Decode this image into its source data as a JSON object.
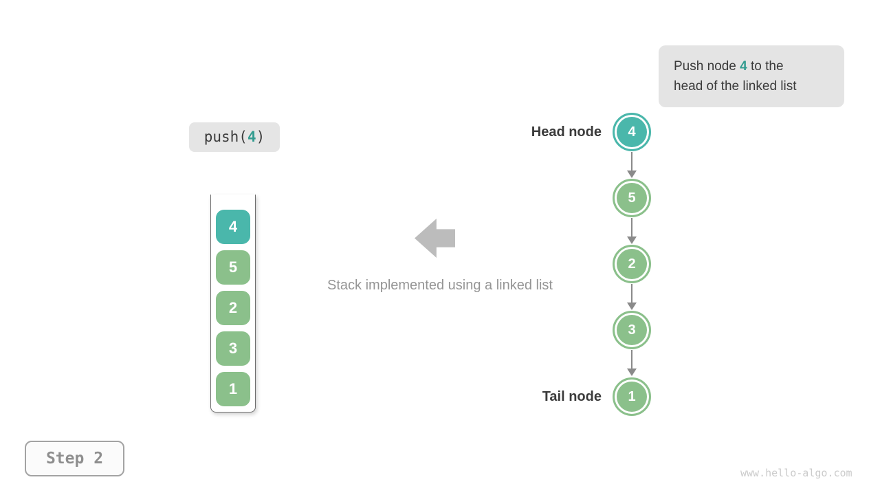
{
  "annotation": {
    "text_before": "Push node ",
    "highlight_value": "4",
    "text_after": " to the",
    "line2": "head of the linked list"
  },
  "operation": {
    "code_before": "push(",
    "code_arg": "4",
    "code_after": ")"
  },
  "stack": {
    "items": [
      {
        "value": "4",
        "highlight": true
      },
      {
        "value": "5",
        "highlight": false
      },
      {
        "value": "2",
        "highlight": false
      },
      {
        "value": "3",
        "highlight": false
      },
      {
        "value": "1",
        "highlight": false
      }
    ]
  },
  "caption": "Stack implemented using a linked list",
  "linked_list": {
    "head_label": "Head node",
    "tail_label": "Tail node",
    "nodes": [
      {
        "value": "4",
        "highlight": true
      },
      {
        "value": "5",
        "highlight": false
      },
      {
        "value": "2",
        "highlight": false
      },
      {
        "value": "3",
        "highlight": false
      },
      {
        "value": "1",
        "highlight": false
      }
    ]
  },
  "step": {
    "label": "Step 2"
  },
  "watermark": "www.hello-algo.com",
  "colors": {
    "teal": "#4ab7ab",
    "green": "#8bc08b",
    "teal_text": "#339c90",
    "note_bg": "#e4e4e4",
    "dark_text": "#3b3b3b",
    "muted_text": "#959595",
    "arrow_gray": "#8a8a8a",
    "block_arrow_gray": "#bcbcbc"
  }
}
